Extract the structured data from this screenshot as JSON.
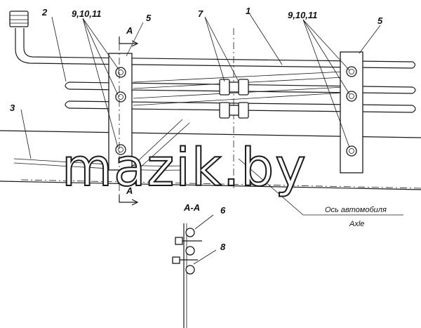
{
  "callouts": {
    "c1": "1",
    "c2": "2",
    "c3": "3",
    "c5_left": "5",
    "c5_right": "5",
    "c6": "6",
    "c7": "7",
    "c8": "8",
    "c91011_left": "9,10,11",
    "c91011_right": "9,10,11"
  },
  "section_marks": {
    "top": "A",
    "bottom": "A",
    "view_title": "A-A"
  },
  "axis_label": {
    "ru": "Ось автомобиля",
    "en": "Axle"
  },
  "watermark": "mazik.by"
}
